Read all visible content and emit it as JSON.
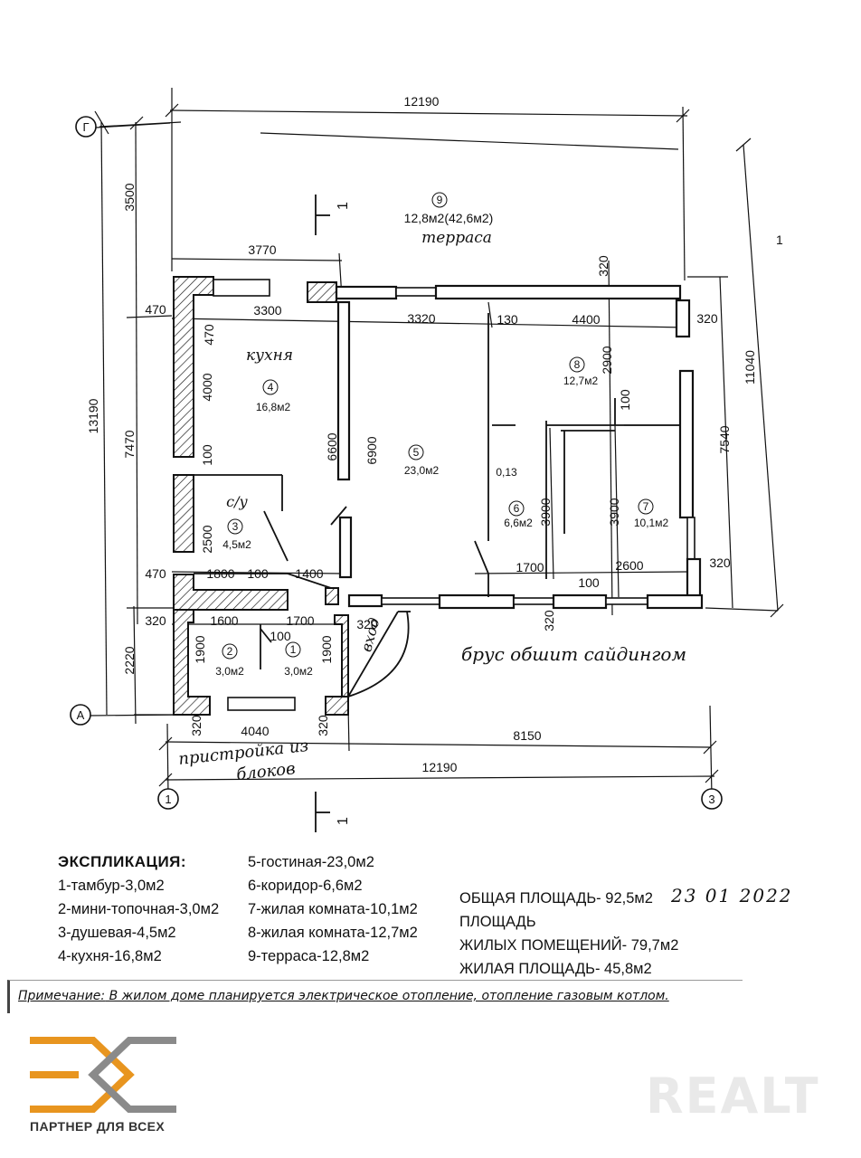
{
  "plan": {
    "dims": {
      "top_total": "12190",
      "bottom_total": "12190",
      "left_total": "13190",
      "right_total": "11040",
      "terrace_depth": "3500",
      "left_main": "7470",
      "left_annex": "2220",
      "kitchen_width": "3770",
      "wall_470_a": "470",
      "wall_470_b": "470",
      "wall_470_c": "470",
      "kitchen_inner_w": "3300",
      "living_w": "3320",
      "corr_gap": "130",
      "room8_w": "4400",
      "wall_320_top": "320",
      "wall_320_tr": "320",
      "wall_320_mr": "320",
      "wall_320_left": "320",
      "wall_320_mid": "320",
      "wall_320_bl": "320",
      "wall_320_bm": "320",
      "wall_320_bot": "320",
      "kitchen_depth": "4000",
      "kitchen_depth_total": "6600",
      "living_depth": "6900",
      "room8_depth": "2900",
      "right_inner": "7540",
      "partition_100_a": "100",
      "partition_100_b": "100",
      "partition_100_c": "100",
      "partition_100_d": "100",
      "partition_100_e": "100",
      "shower_depth": "2500",
      "shower_w": "1800",
      "hall_w": "1400",
      "corr_len": "1700",
      "room7_w": "2600",
      "corr_depth": "3900",
      "room7_depth": "3900",
      "annex_a": "1600",
      "annex_b": "1700",
      "annex_h1": "1900",
      "annex_h2": "1900",
      "bottom_left": "4040",
      "bottom_right": "8150",
      "gap_013": "0,13"
    },
    "rooms": {
      "r1": {
        "num": "1",
        "area": "3,0м2"
      },
      "r2": {
        "num": "2",
        "area": "3,0м2"
      },
      "r3": {
        "num": "3",
        "area": "4,5м2",
        "hand": "с/у"
      },
      "r4": {
        "num": "4",
        "area": "16,8м2",
        "hand": "кухня"
      },
      "r5": {
        "num": "5",
        "area": "23,0м2"
      },
      "r6": {
        "num": "6",
        "area": "6,6м2"
      },
      "r7": {
        "num": "7",
        "area": "10,1м2"
      },
      "r8": {
        "num": "8",
        "area": "12,7м2"
      },
      "r9": {
        "num": "9",
        "area": "12,8м2(42,6м2)",
        "hand": "терраса"
      }
    },
    "axes": {
      "g": "Г",
      "a": "А",
      "one": "1",
      "three": "3"
    },
    "section_mark": "1",
    "edge_mark": "1",
    "notes": {
      "entrance": "вход",
      "siding": "брус обшит сайдингом",
      "annex1": "пристройка из",
      "annex2": "блоков"
    }
  },
  "legend": {
    "heading": "ЭКСПЛИКАЦИЯ:",
    "col1": [
      "1-тамбур-3,0м2",
      "2-мини-топочная-3,0м2",
      "3-душевая-4,5м2",
      "4-кухня-16,8м2"
    ],
    "col2": [
      "5-гостиная-23,0м2",
      "6-коридор-6,6м2",
      "7-жилая комната-10,1м2",
      "8-жилая комната-12,7м2",
      "9-терраса-12,8м2"
    ],
    "totals": [
      "ОБЩАЯ ПЛОЩАДЬ- 92,5м2",
      "ПЛОЩАДЬ",
      "ЖИЛЫХ  ПОМЕЩЕНИЙ- 79,7м2",
      "ЖИЛАЯ ПЛОЩАДЬ- 45,8м2"
    ],
    "handwritten_date": "23 01 2022"
  },
  "note": {
    "label": "Примечание:",
    "text": " В жилом доме планируется электрическое отопление, отопление газовым котлом."
  },
  "brand": {
    "text": "ПАРТНЕР ДЛЯ ВСЕХ",
    "watermark": "REALT",
    "orange": "#e8951f",
    "gray": "#8a8a8a"
  }
}
